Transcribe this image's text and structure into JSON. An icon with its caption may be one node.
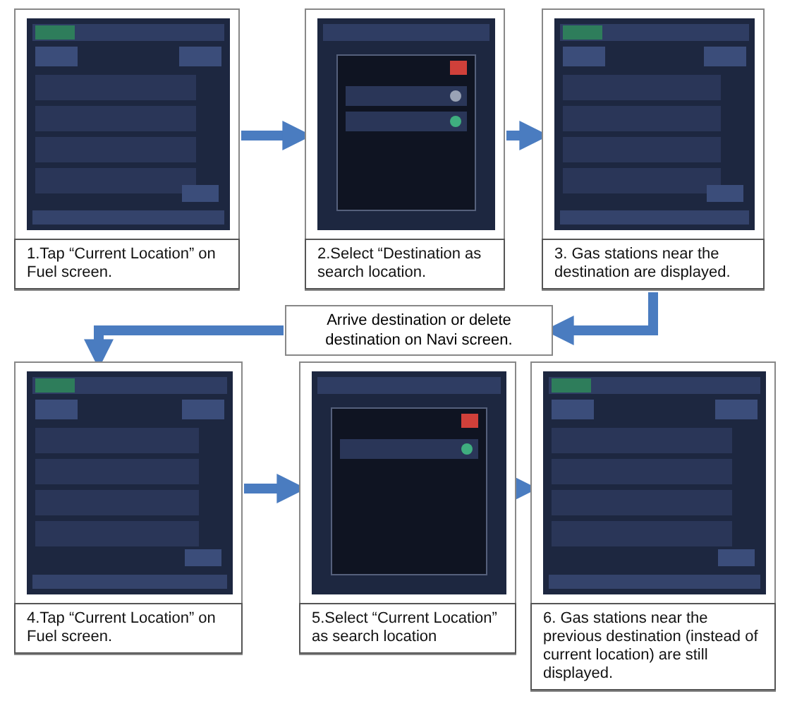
{
  "diagram": {
    "nodes": [
      {
        "text": [
          "1.Tap “Current Location” on Fuel screen."
        ]
      },
      {
        "text": [
          "2.Select “Destination as search location."
        ]
      },
      {
        "text": [
          "3. Gas stations near the destination are displayed."
        ]
      },
      {
        "text": [
          "Arrive destination or delete destination on Navi screen."
        ]
      },
      {
        "text": [
          "4.Tap “Current Location” on Fuel screen."
        ]
      },
      {
        "text": [
          "5.Select “Current Location” as search location"
        ]
      },
      {
        "text": [
          "6. Gas stations near the previous destination (instead of current location) are still displayed."
        ]
      }
    ],
    "edges": [
      {
        "from": 0,
        "to": 1,
        "arrow": "to"
      },
      {
        "from": 1,
        "to": 2,
        "arrow": "to"
      },
      {
        "from": 2,
        "to": 3,
        "arrow": "to"
      },
      {
        "from": 3,
        "to": 4,
        "arrow": "to"
      },
      {
        "from": 4,
        "to": 5,
        "arrow": "to"
      },
      {
        "from": 5,
        "to": 6,
        "arrow": "to"
      }
    ]
  }
}
